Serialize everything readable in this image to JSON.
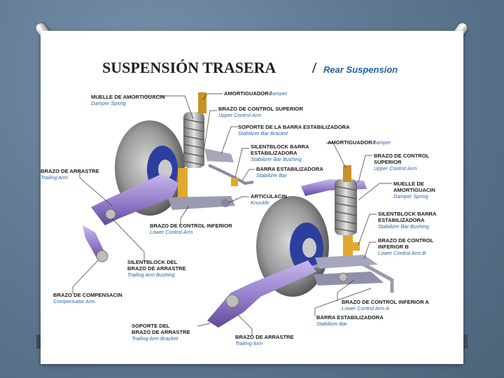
{
  "title": {
    "es": "SUSPENSIÓN TRASERA",
    "sep": "/",
    "en": "Rear Suspension"
  },
  "labels": [
    {
      "es": "MUELLE DE  AMORTIGUACIN",
      "en": "Damper Spring"
    },
    {
      "es": "AMORTIGUADOR /",
      "en": "Damper"
    },
    {
      "es": "BRAZO DE CONTROL SUPERIOR",
      "en": "Upper Control Arm"
    },
    {
      "es": "SOPORTE DE LA BARRA ESTABILIZADORA",
      "en": "Stabilizer Bar Bracket"
    },
    {
      "es": "SILENTBLOCK BARRA",
      "es2": "ESTABILIZADORA",
      "en": "Stabilizer Bar Bushing"
    },
    {
      "es": "AMORTIGUADOR /",
      "en": "Damper"
    },
    {
      "es": "BARRA ESTABILIZADORA",
      "en": "Stabilizer Bar"
    },
    {
      "es": "BRAZO DE CONTROL",
      "es2": "SUPERIOR",
      "en": "Upper Control Arm"
    },
    {
      "es": "BRAZO DE ARRASTRE",
      "en": "Trailing Arm"
    },
    {
      "es": "ARTICULACIN",
      "en": "Knuckle"
    },
    {
      "es": "MUELLE DE",
      "es2": "AMORTIGUACIN",
      "en": "Damper Spring"
    },
    {
      "es": "SILENTBLOCK BARRA",
      "es2": "ESTABILIZADORA",
      "en": "Stabilizer Bar Bushing"
    },
    {
      "es": "BRAZO DE CONTROL INFERIOR",
      "en": "Lower Control Arm"
    },
    {
      "es": "BRAZO DE CONTROL",
      "es2": "INFERIOR B",
      "en": "Lower Control Arm B"
    },
    {
      "es": "SILENTBLOCK DEL",
      "es2": "BRAZO DE ARRASTRE",
      "en": "Trailing Arm Bushing"
    },
    {
      "es": "BRAZO DE COMPENSACIN",
      "en": "Compensator Arm"
    },
    {
      "es": "BRAZO DE CONTROL INFERIOR A",
      "en": "Lower Control Arm A"
    },
    {
      "es": "BARRA ESTABILIZADORA",
      "en": "Stabilizer Bar"
    },
    {
      "es": "SOPORTE DEL",
      "es2": "BRAZO DE ARRASTRE",
      "en": "Trailing Arm Bracket"
    },
    {
      "es": "BRAZO DE ARRASTRE",
      "en": "Trailing Arm"
    }
  ]
}
